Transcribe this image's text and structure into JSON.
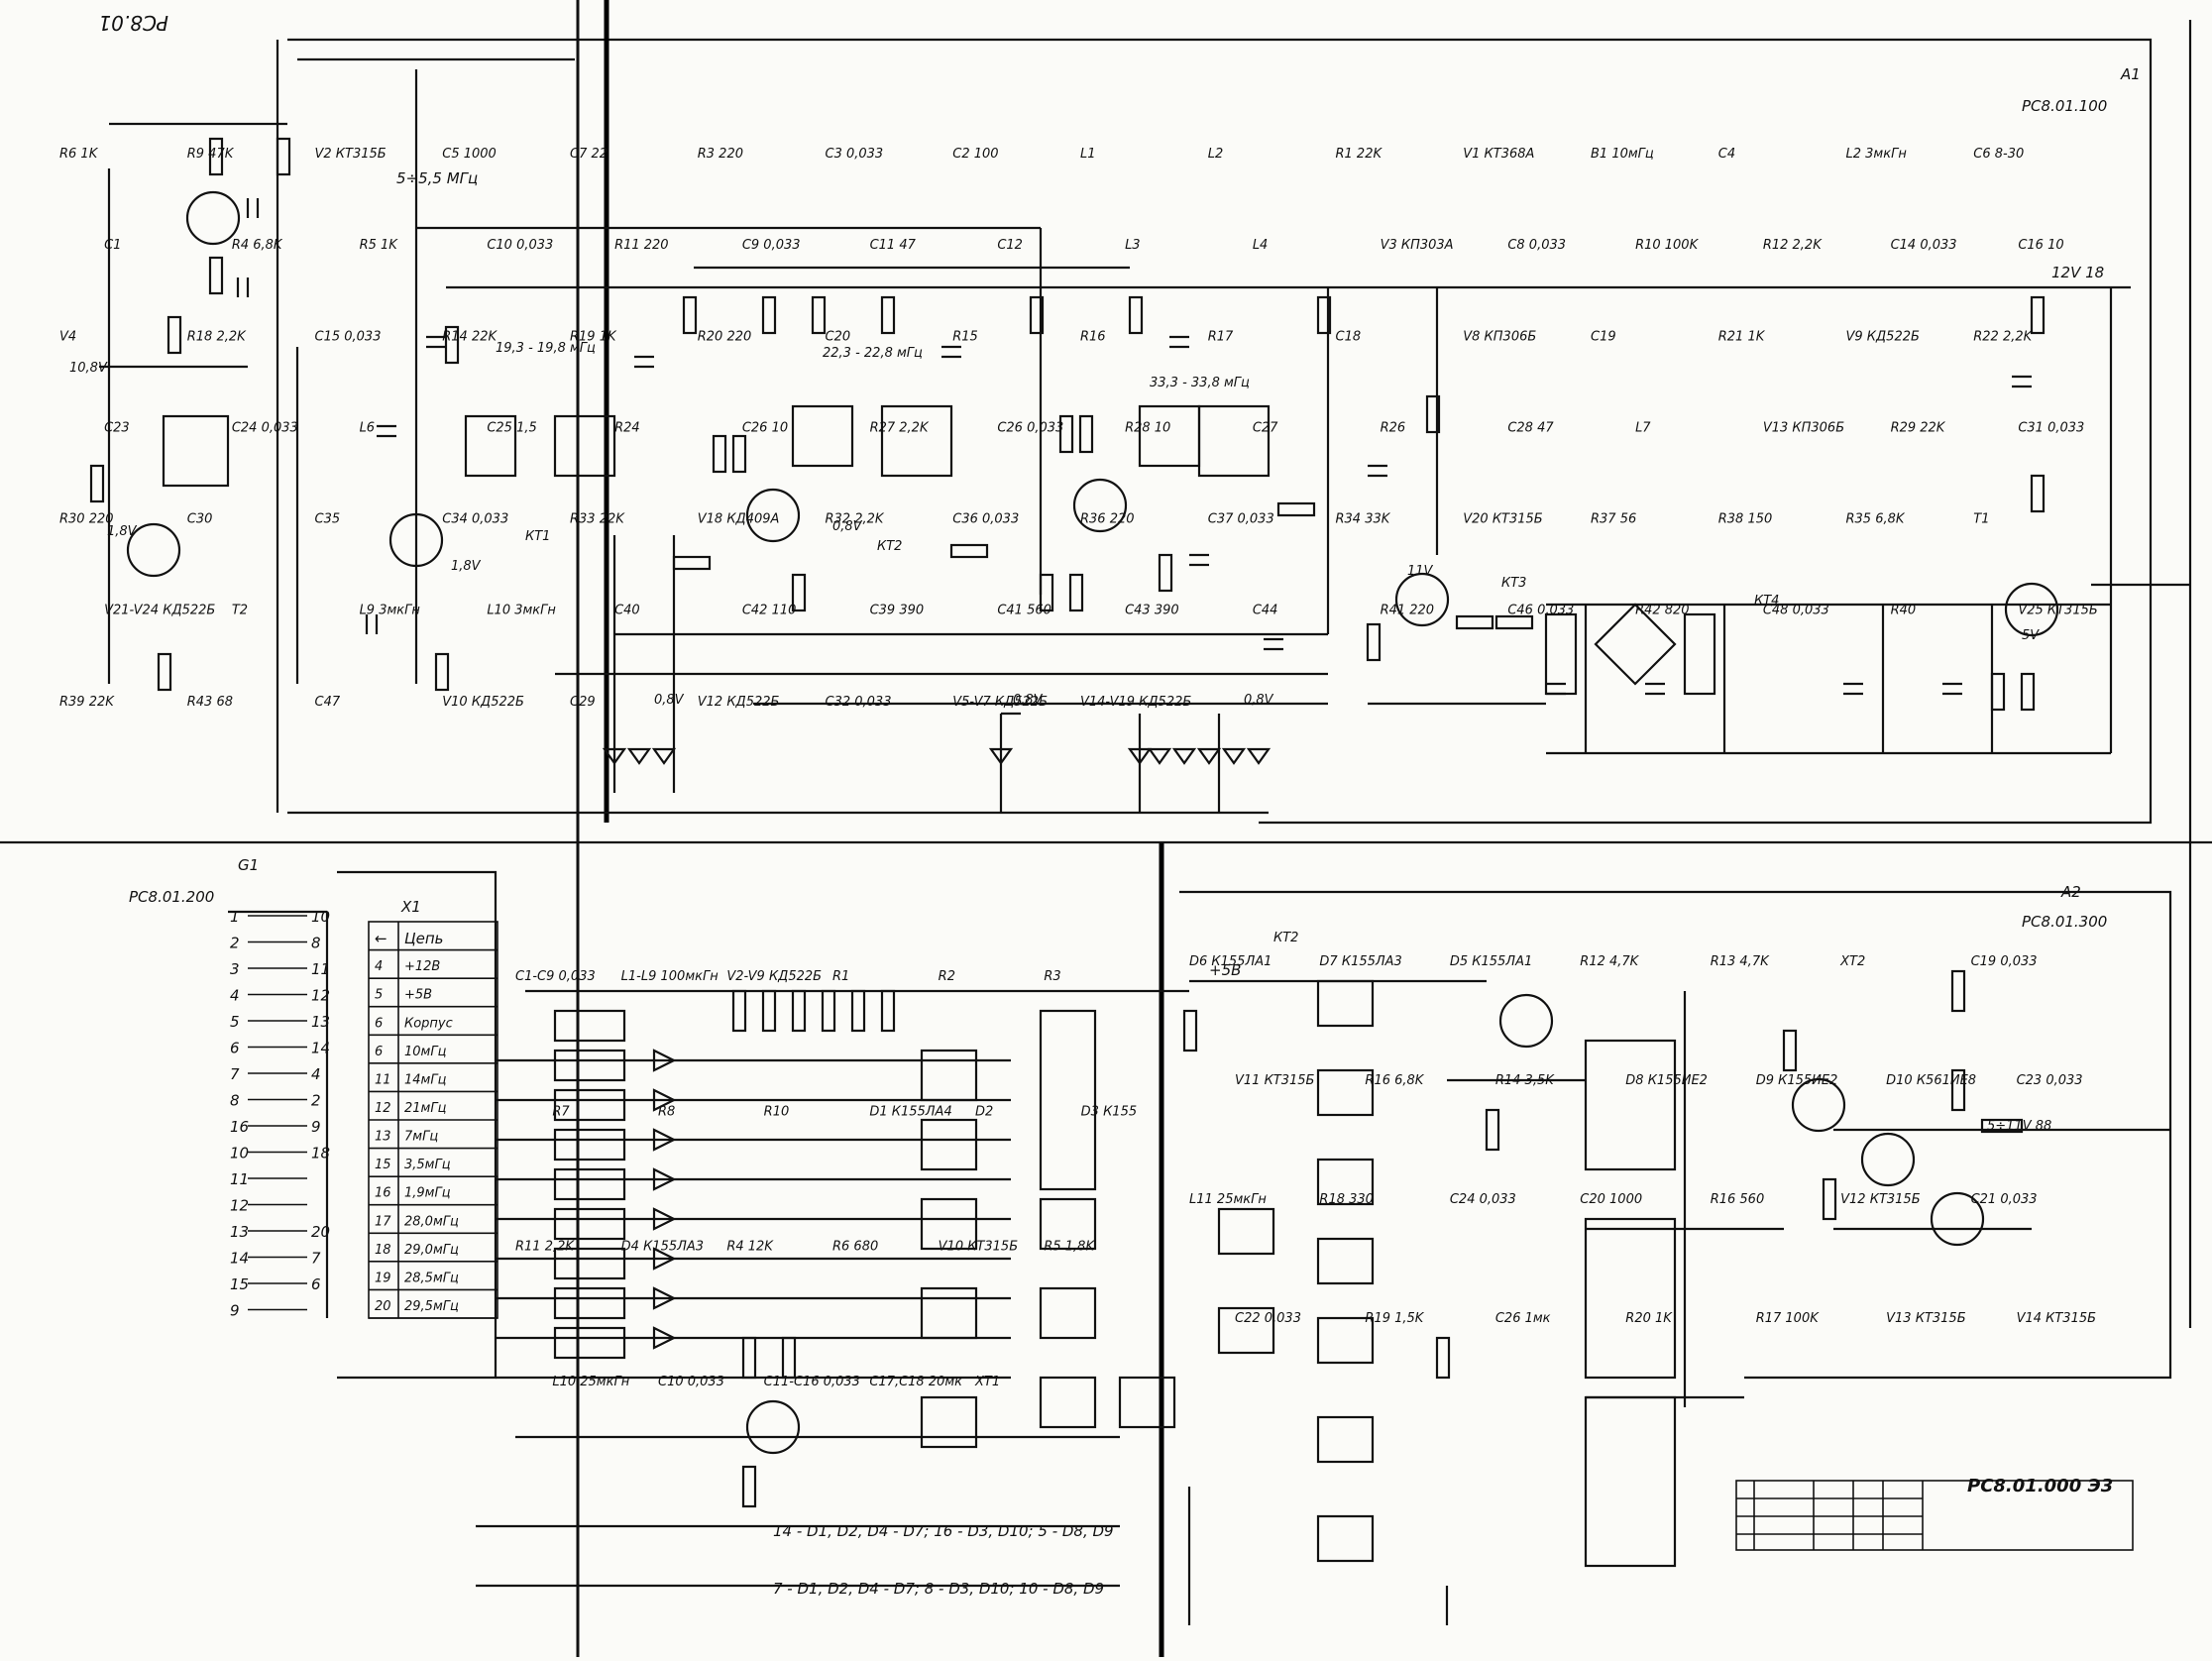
{
  "top_left_code": "РС8.01",
  "boards": {
    "a1": {
      "id": "A1",
      "code": "РС8.01.100",
      "supply_label": "12V 18",
      "freq_label": "5÷5,5 МГц"
    },
    "a2": {
      "id": "A2",
      "code": "РС8.01.300",
      "out_label": "5÷11V 88"
    },
    "g1": {
      "id": "G1",
      "code": "РС8.01.200"
    }
  },
  "title_block": {
    "code": "РС8.01.000 Э3"
  },
  "connector_table": {
    "designator": "X1",
    "header": [
      "←",
      "Цепь"
    ],
    "rows": [
      {
        "pin": "4",
        "signal": "+12В"
      },
      {
        "pin": "5",
        "signal": "+5В"
      },
      {
        "pin": "6",
        "signal": "Корпус"
      },
      {
        "pin": "6",
        "signal": "10мГц"
      },
      {
        "pin": "11",
        "signal": "14мГц"
      },
      {
        "pin": "12",
        "signal": "21мГц"
      },
      {
        "pin": "13",
        "signal": "7мГц"
      },
      {
        "pin": "15",
        "signal": "3,5мГц"
      },
      {
        "pin": "16",
        "signal": "1,9мГц"
      },
      {
        "pin": "17",
        "signal": "28,0мГц"
      },
      {
        "pin": "18",
        "signal": "29,0мГц"
      },
      {
        "pin": "19",
        "signal": "28,5мГц"
      },
      {
        "pin": "20",
        "signal": "29,5мГц"
      }
    ]
  },
  "g1_pins": {
    "left": [
      "1",
      "2",
      "3",
      "4",
      "5",
      "6",
      "7",
      "8",
      "16",
      "10",
      "11",
      "12",
      "13",
      "14",
      "15",
      "9"
    ],
    "right": [
      "10",
      "8",
      "11",
      "12",
      "13",
      "14",
      "4",
      "2",
      "9",
      "18",
      "",
      "",
      "20",
      "7",
      "6"
    ]
  },
  "components": {
    "a1": [
      "R6 1K",
      "R9 47K",
      "V2 КТ315Б",
      "C5 1000",
      "C7 22",
      "R3 220",
      "C3 0,033",
      "C2 100",
      "L1",
      "L2",
      "R1 22K",
      "V1 КТ368А",
      "B1 10мГц",
      "C4",
      "L2 3мкГн",
      "C6 8-30",
      "C1",
      "R4 6,8K",
      "R5 1K",
      "C10 0,033",
      "R11 220",
      "C9 0,033",
      "C11 47",
      "C12",
      "L3",
      "L4",
      "V3 КП303А",
      "C8 0,033",
      "R10 100K",
      "R12 2,2K",
      "C14 0,033",
      "C16 10",
      "V4",
      "R18 2,2K",
      "C15 0,033",
      "R14 22K",
      "R19 1K",
      "R20 220",
      "C20",
      "R15",
      "R16",
      "R17",
      "C18",
      "V8 КП306Б",
      "C19",
      "R21 1K",
      "V9 КД522Б",
      "R22 2,2K",
      "C23",
      "C24 0,033",
      "L6",
      "C25 1,5",
      "R24",
      "C26 10",
      "R27 2,2K",
      "C26 0,033",
      "R28 10",
      "C27",
      "R26",
      "C28 47",
      "L7",
      "V13 КП306Б",
      "R29 22K",
      "C31 0,033",
      "R30 220",
      "C30",
      "C35",
      "C34 0,033",
      "R33 22K",
      "V18 КД409А",
      "R32 2,2K",
      "C36 0,033",
      "R36 220",
      "C37 0,033",
      "R34 33K",
      "V20 КТ315Б",
      "R37 56",
      "R38 150",
      "R35 6,8K",
      "T1",
      "V21-V24 КД522Б",
      "T2",
      "L9 3мкГн",
      "L10 3мкГн",
      "C40",
      "C42 110",
      "C39 390",
      "C41 560",
      "C43 390",
      "C44",
      "R41 220",
      "C46 0,033",
      "R42 820",
      "C48 0,033",
      "R40",
      "V25 КТ315Б",
      "R39 22K",
      "R43 68",
      "C47",
      "V10 КД522Б",
      "C29",
      "V12 КД522Б",
      "C32 0,033",
      "V5-V7 КД522Б",
      "V14-V19 КД522Б"
    ],
    "g1": [
      "C1-C9 0,033",
      "L1-L9 100мкГн",
      "V2-V9 КД522Б",
      "R1",
      "R2",
      "R3",
      "R7",
      "R8",
      "R10",
      "D1 К155ЛА4",
      "D2",
      "D3 К155",
      "R11 2,2K",
      "D4 К155ЛА3",
      "R4 12K",
      "R6 680",
      "V10 КТ315Б",
      "R5 1,8K",
      "L10 25мкГн",
      "C10 0,033",
      "C11-C16 0,033",
      "C17,C18 20мк",
      "XT1"
    ],
    "a2": [
      "D6 К155ЛА1",
      "D7 К155ЛА3",
      "D5 К155ЛА1",
      "R12 4,7K",
      "R13 4,7K",
      "XT2",
      "C19 0,033",
      "V11 КТ315Б",
      "R16 6,8K",
      "R14 3,5K",
      "D8 К155ИЕ2",
      "D9 К155ИЕ2",
      "D10 К561ИЕ8",
      "C23 0,033",
      "L11 25мкГн",
      "R18 330",
      "C24 0,033",
      "C20 1000",
      "R16 560",
      "V12 КТ315Б",
      "C21 0,033",
      "C22 0,033",
      "R19 1,5K",
      "C26 1мк",
      "R20 1K",
      "R17 100K",
      "V13 КТ315Б",
      "V14 КТ315Б"
    ]
  },
  "annotations": {
    "notes_line1": "14 - D1, D2, D4 - D7; 16 - D3, D10; 5 - D8, D9",
    "notes_line2": "7 - D1, D2, D4 - D7; 8 - D3, D10; 10 - D8, D9",
    "plus5": "+5В",
    "voltages": [
      "10,8V",
      "1,8V",
      "1,8V",
      "0,8V",
      "0,8V",
      "0,8V",
      "11V",
      "0,8V",
      "5V"
    ],
    "freq_l34": "19,3 - 19,8 мГц",
    "freq_l6": "22,3 - 22,8 мГц",
    "freq_l7": "33,3 - 33,8 мГц",
    "kt_labels": [
      "КТ1",
      "КТ2",
      "КТ3",
      "КТ4",
      "КТ2"
    ]
  }
}
